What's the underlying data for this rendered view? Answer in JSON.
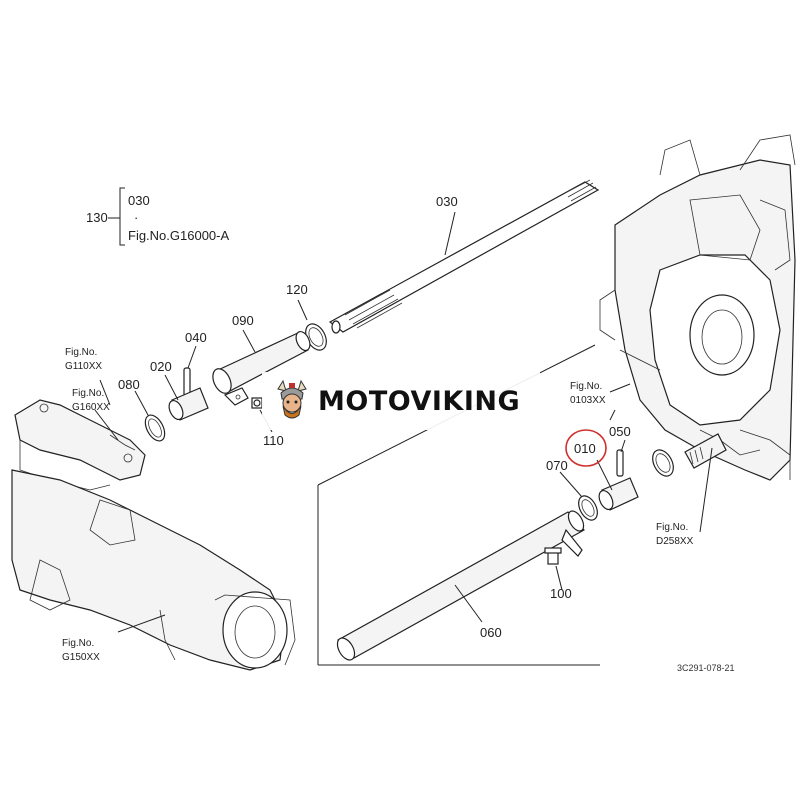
{
  "labels": {
    "p030": "030",
    "p120": "120",
    "p090": "090",
    "p040": "040",
    "p020": "020",
    "p080": "080",
    "p110": "110",
    "p010": "010",
    "p050": "050",
    "p070": "070",
    "p060": "060",
    "p100": "100"
  },
  "group130": {
    "number": "130",
    "line1": "030",
    "line2": "·",
    "line3": "Fig.No.G16000-A"
  },
  "refs": {
    "g110_a": "Fig.No.",
    "g110_b": "G110XX",
    "g160_a": "Fig.No.",
    "g160_b": "G160XX",
    "g150_a": "Fig.No.",
    "g150_b": "G150XX",
    "r0103_a": "Fig.No.",
    "r0103_b": "0103XX",
    "d258_a": "Fig.No.",
    "d258_b": "D258XX"
  },
  "drawing_code": "3C291-078-21",
  "logo": {
    "text": "MOTOVIKING",
    "mark": "viking-mascot-icon"
  },
  "highlight": {
    "part": "010",
    "color": "#d0312d"
  }
}
